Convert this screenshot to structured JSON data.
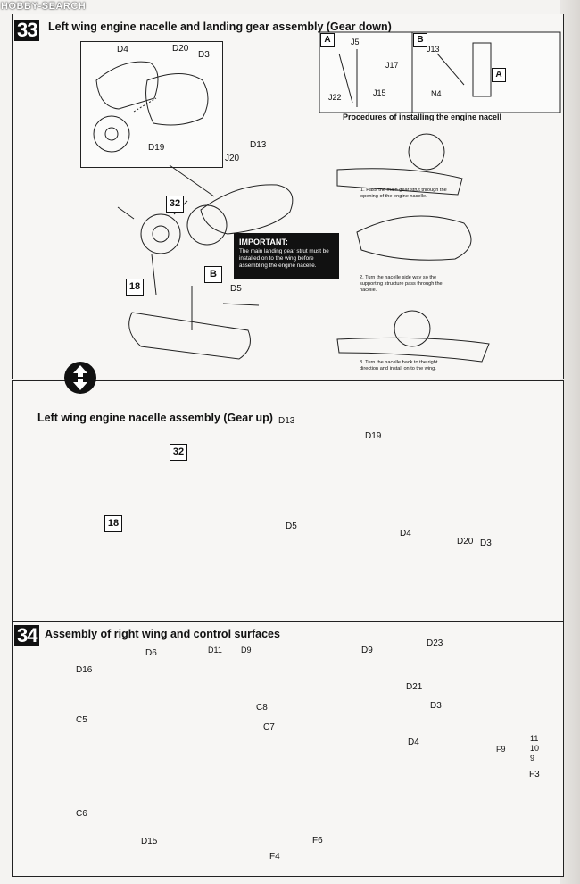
{
  "watermark": "HOBBY-SEARCH",
  "steps": {
    "s33": {
      "number": "33",
      "title": "Left wing engine nacelle and landing gear assembly (Gear down)",
      "parts": {
        "d4": "D4",
        "d20": "D20",
        "d3": "D3",
        "d19": "D19",
        "j20": "J20",
        "d13": "D13",
        "ref32": "32",
        "ref18": "18",
        "d5": "D5",
        "refB": "B"
      },
      "inset": {
        "a_tag": "A",
        "b_tag": "B",
        "a_ref": "A",
        "j5": "J5",
        "j17": "J17",
        "j22": "J22",
        "j15": "J15",
        "j13": "J13",
        "n4": "N4"
      },
      "important": {
        "heading": "IMPORTANT:",
        "text": "The main landing gear strut must be installed on to the wing before assembling the engine nacelle."
      },
      "procedure": {
        "title": "Procedures of installing the engine nacell",
        "step1": "1. Pass the main gear strut through the opening of the engine nacelle.",
        "step2": "2. Turn the nacelle side way so the supporting structure pass through the nacelle.",
        "step3": "3. Turn the nacelle back to the right direction and install on to the wing."
      }
    },
    "gear_up": {
      "title": "Left wing engine nacelle assembly (Gear up)",
      "parts": {
        "d13": "D13",
        "d19": "D19",
        "ref32": "32",
        "ref18": "18",
        "d5": "D5",
        "d4": "D4",
        "d20": "D20",
        "d3": "D3"
      }
    },
    "s34": {
      "number": "34",
      "title": "Assembly of right wing and control surfaces",
      "parts": {
        "d6": "D6",
        "d16": "D16",
        "c5": "C5",
        "c6": "C6",
        "d15": "D15",
        "f4": "F4",
        "f6": "F6",
        "d11": "D11",
        "d9a": "D9",
        "d9b": "D9",
        "c8": "C8",
        "c7": "C7",
        "d23": "D23",
        "d21": "D21",
        "d3": "D3",
        "d4": "D4",
        "f9": "F9",
        "n11": "11",
        "n10": "10",
        "n9": "9",
        "f3": "F3"
      }
    }
  }
}
